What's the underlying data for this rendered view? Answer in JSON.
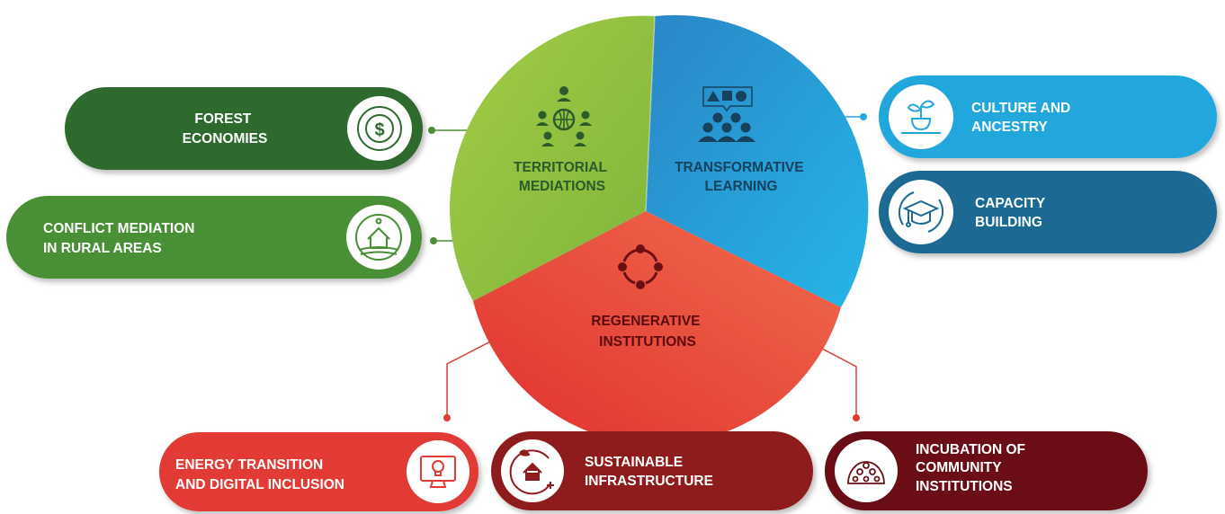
{
  "segments": {
    "territorial": {
      "label_lines": [
        "TERRITORIAL",
        "MEDIATIONS"
      ],
      "color": "#8cbf3f",
      "icon": "globe-network-icon"
    },
    "transformative": {
      "label_lines": [
        "TRANSFORMATIVE",
        "LEARNING"
      ],
      "color": "#1e95d4",
      "icon": "group-learning-icon"
    },
    "regenerative": {
      "label_lines": [
        "REGENERATIVE",
        "INSTITUTIONS"
      ],
      "color": "#e8483d",
      "icon": "circular-arrows-icon"
    }
  },
  "pills": {
    "forest_economies": {
      "label_lines": [
        "FOREST",
        "ECONOMIES"
      ],
      "color": "#2f6b2f",
      "icon": "money-cycle-icon"
    },
    "conflict_mediation": {
      "label_lines": [
        "CONFLICT MEDIATION",
        "IN RURAL AREAS"
      ],
      "color": "#4a8f35",
      "icon": "rural-house-icon"
    },
    "culture_ancestry": {
      "label_lines": [
        "CULTURE AND",
        "ANCESTRY"
      ],
      "color": "#23a7dc",
      "icon": "plant-sprout-icon"
    },
    "capacity_building": {
      "label_lines": [
        "CAPACITY",
        "BUILDING"
      ],
      "color": "#1c6a93",
      "icon": "graduation-cap-icon"
    },
    "energy_transition": {
      "label_lines": [
        "ENERGY TRANSITION",
        "AND DIGITAL INCLUSION"
      ],
      "color": "#e23b35",
      "icon": "monitor-bulb-icon"
    },
    "sustainable_infrastructure": {
      "label_lines": [
        "SUSTAINABLE",
        "INFRASTRUCTURE"
      ],
      "color": "#8f1c1f",
      "icon": "eco-house-icon"
    },
    "incubation": {
      "label_lines": [
        "INCUBATION OF",
        "COMMUNITY",
        "INSTITUTIONS"
      ],
      "color": "#6b0f14",
      "icon": "community-dome-icon"
    }
  }
}
